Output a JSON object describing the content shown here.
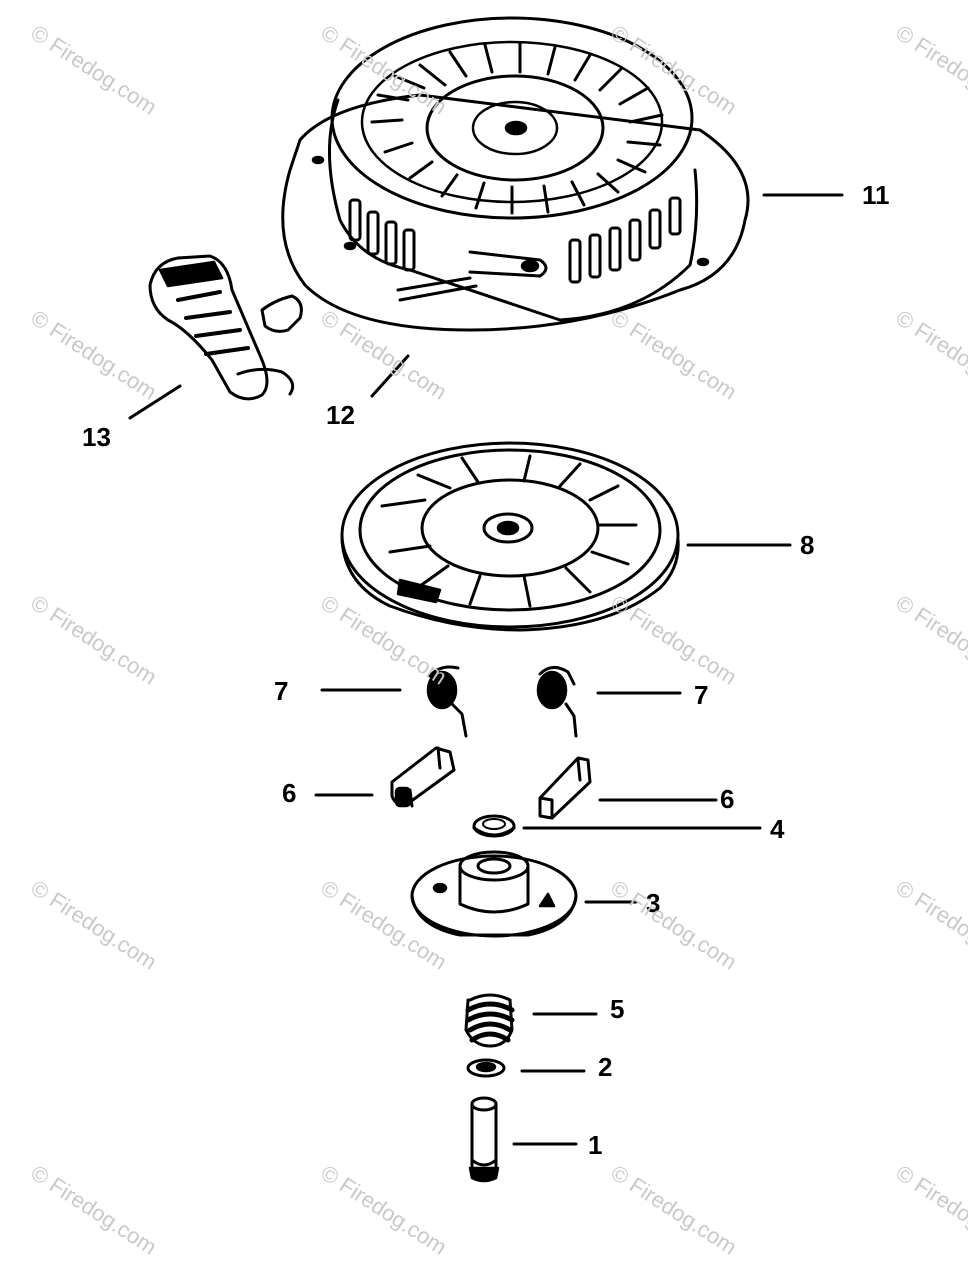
{
  "watermark": "© Firedog.com",
  "labels": {
    "p1": "1",
    "p2": "2",
    "p3": "3",
    "p4": "4",
    "p5": "5",
    "p6_left": "6",
    "p6_right": "6",
    "p7_left": "7",
    "p7_right": "7",
    "p8": "8",
    "p11": "11",
    "p12": "12",
    "p13": "13"
  },
  "colors": {
    "ink": "#000000",
    "background": "#ffffff",
    "watermark": "#c9c9c9"
  }
}
